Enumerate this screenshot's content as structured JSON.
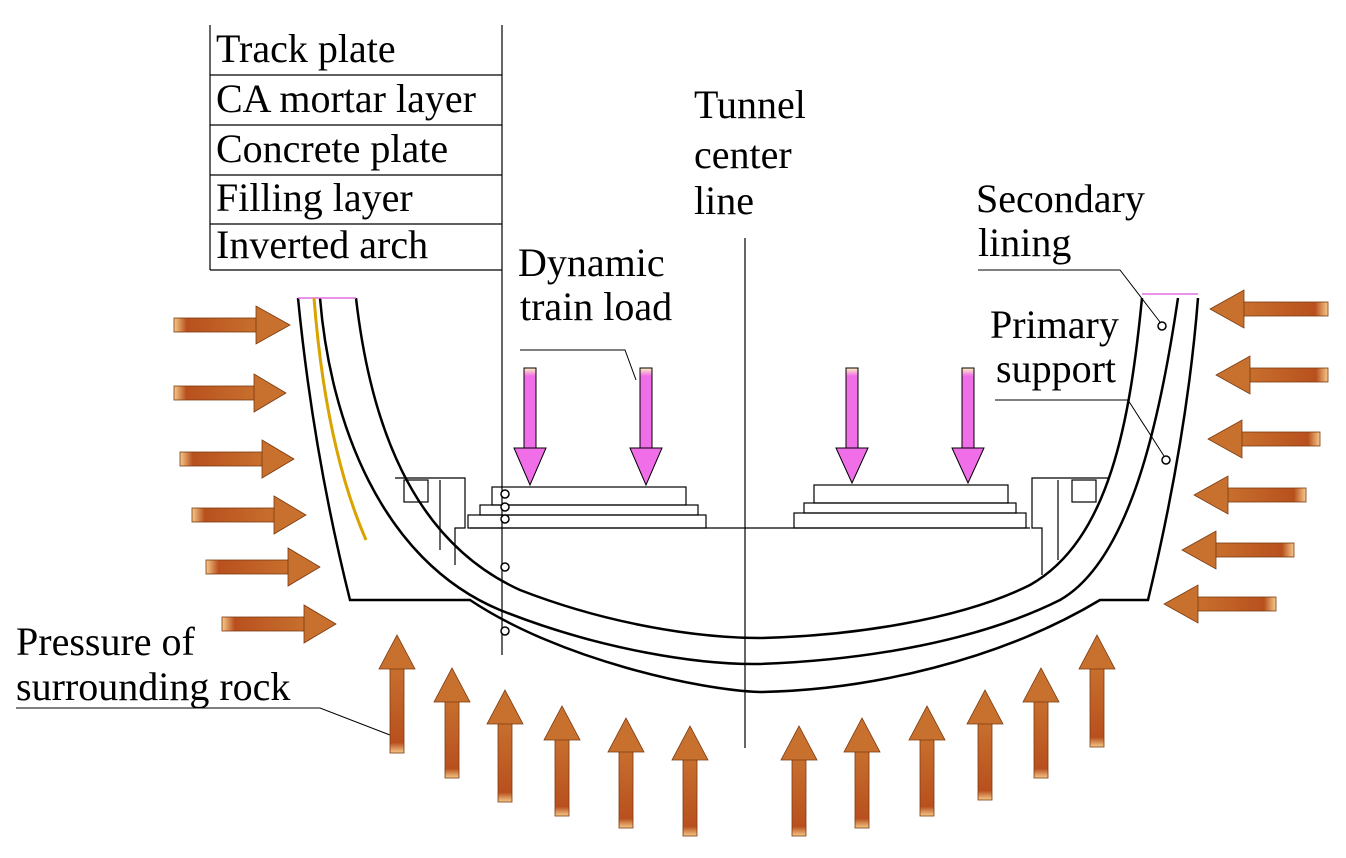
{
  "layer_labels": [
    "Track plate",
    "CA mortar layer",
    "Concrete plate",
    "Filling layer",
    "Inverted arch"
  ],
  "tunnel_center_line": [
    "Tunnel",
    "center",
    "line"
  ],
  "dynamic_train_load": [
    "Dynamic",
    "train load"
  ],
  "secondary_lining": [
    "Secondary",
    "lining"
  ],
  "primary_support": [
    "Primary",
    "support"
  ],
  "pressure_of_surrounding_rock": [
    "Pressure of",
    "surrounding rock"
  ],
  "colors": {
    "rock_pressure_arrow": "#c8622a",
    "train_load_arrow": "#f06ee8",
    "lining_line": "#000000",
    "waterproof_line": "#d9a300"
  }
}
